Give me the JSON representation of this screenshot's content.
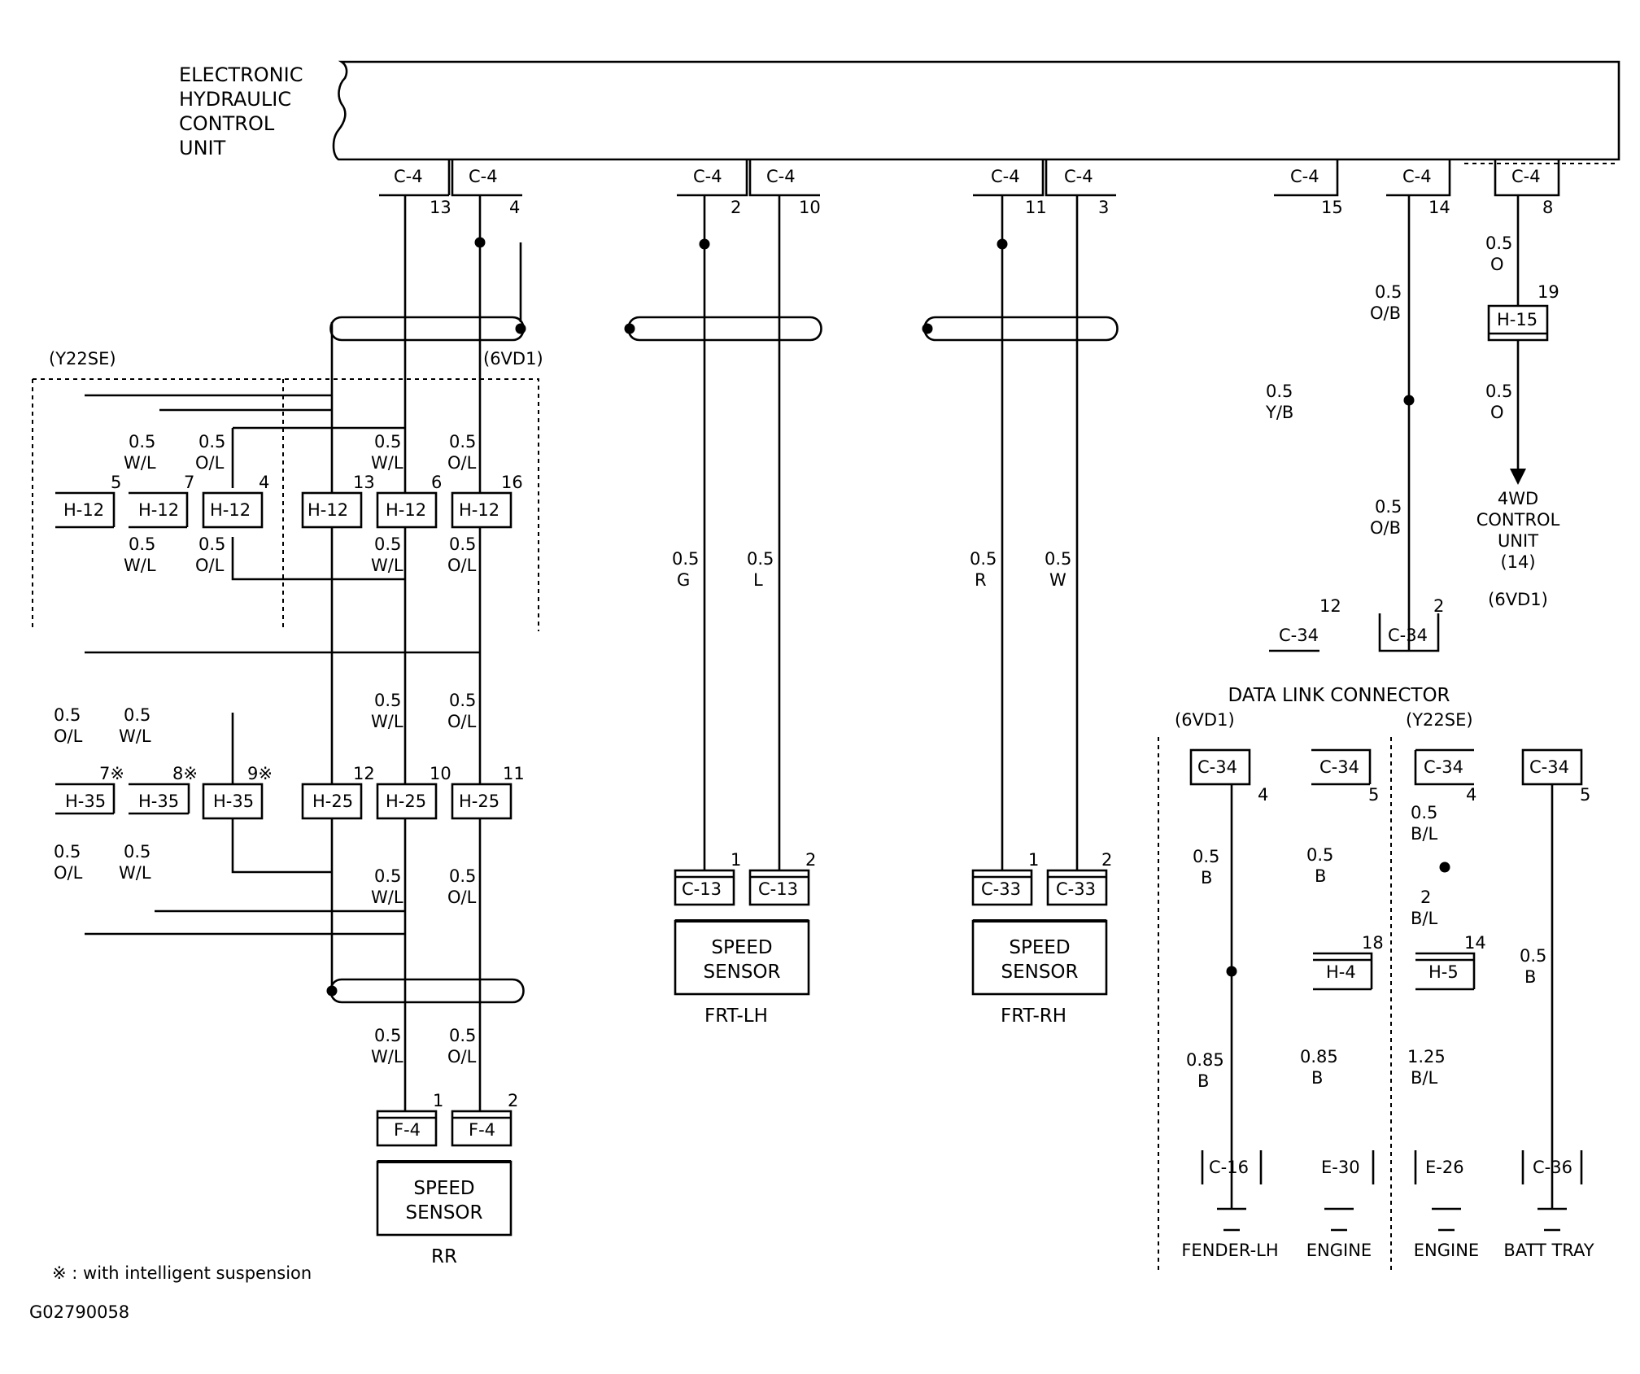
{
  "ecu": {
    "name_lines": [
      "ELECTRONIC",
      "HYDRAULIC",
      "CONTROL",
      "UNIT"
    ]
  },
  "variants": {
    "y22se": "(Y22SE)",
    "sixvd1": "(6VD1)",
    "sixvd1_4wd": "(6VD1)"
  },
  "connectors": {
    "c4": "C-4",
    "h12": "H-12",
    "h25": "H-25",
    "h35": "H-35",
    "h15": "H-15",
    "f4": "F-4",
    "c13": "C-13",
    "c33": "C-33",
    "c34": "C-34",
    "h4": "H-4",
    "h5": "H-5",
    "c16": "C-16",
    "e30": "E-30",
    "e26": "E-26",
    "c36": "C-36"
  },
  "pins": {
    "c4_13": "13",
    "c4_4": "4",
    "c4_2": "2",
    "c4_10": "10",
    "c4_11": "11",
    "c4_3": "3",
    "c4_15": "15",
    "c4_14": "14",
    "c4_8": "8",
    "h12_5": "5",
    "h12_7": "7",
    "h12_4": "4",
    "h12_13": "13",
    "h12_6": "6",
    "h12_16": "16",
    "h35_7": "7※",
    "h35_8": "8※",
    "h35_9": "9※",
    "h25_12": "12",
    "h25_10": "10",
    "h25_11": "11",
    "f4_1": "1",
    "f4_2": "2",
    "c13_1": "1",
    "c13_2": "2",
    "c33_1": "1",
    "c33_2": "2",
    "h15_19": "19",
    "c34_12": "12",
    "c34_2": "2",
    "c34_4a": "4",
    "c34_5a": "5",
    "c34_4b": "4",
    "c34_5b": "5",
    "h4_18": "18",
    "h5_14": "14"
  },
  "wires": {
    "w05": "0.5",
    "w085": "0.85",
    "w125": "1.25",
    "w2": "2",
    "wl": "W/L",
    "ol": "O/L",
    "g": "G",
    "l": "L",
    "r": "R",
    "wh": "W",
    "ob": "O/B",
    "yb": "Y/B",
    "o": "O",
    "b": "B",
    "bl": "B/L"
  },
  "components": {
    "speed_sensor_l1": "SPEED",
    "speed_sensor_l2": "SENSOR",
    "rr": "RR",
    "frt_lh": "FRT-LH",
    "frt_rh": "FRT-RH",
    "fourwd_lines": [
      "4WD",
      "CONTROL",
      "UNIT",
      "(14)"
    ],
    "data_link_connector": "DATA LINK CONNECTOR"
  },
  "grounds": {
    "fender_lh": "FENDER-LH",
    "engine_a": "ENGINE",
    "engine_b": "ENGINE",
    "batt_tray": "BATT TRAY"
  },
  "footnote": "※ : with intelligent suspension",
  "figure_code": "G02790058"
}
